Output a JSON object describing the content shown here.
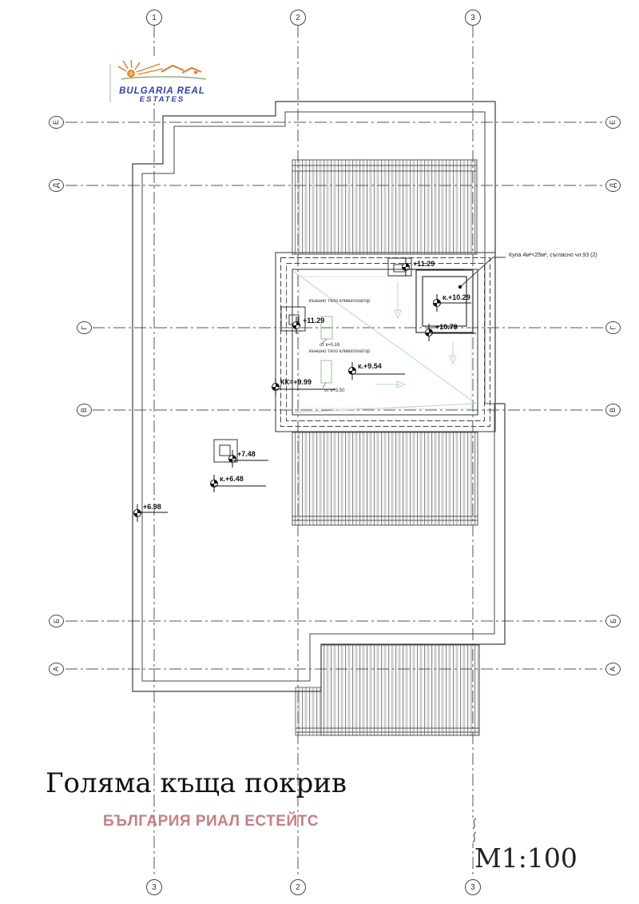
{
  "logo": {
    "line1": "BULGARIA REAL",
    "line2": "ESTATES"
  },
  "grid": {
    "top": [
      "1",
      "2",
      "3"
    ],
    "bottom": [
      "3",
      "2",
      "3"
    ],
    "rows": [
      "Е",
      "Д",
      "Г",
      "В",
      "Б",
      "А"
    ]
  },
  "notes": {
    "tower": "Кула 4м²<25м², съгласно чл.93 (2)",
    "ac_unit_1": "външно тяло климатизатор",
    "ac_unit_2": "външно тяло климатизатор",
    "ac_sub_1": "от к=0,16",
    "ac_sub_2": "от к+3,50"
  },
  "elevations": [
    {
      "label": "+11.29"
    },
    {
      "label": "+11.29"
    },
    {
      "label": "к.+10.29"
    },
    {
      "label": "+10.79"
    },
    {
      "label": "к.+9.54"
    },
    {
      "label": "КК=+9.99"
    },
    {
      "label": "+7.48"
    },
    {
      "label": "к.+6.48"
    },
    {
      "label": "+6.98"
    }
  ],
  "footer": {
    "title": "Голяма къща покрив",
    "watermark": "БЪЛГАРИЯ РИАЛ ЕСТЕЙТС",
    "scale": "M1:100"
  },
  "colors": {
    "line": "#3d3d3d",
    "grid": "#555555",
    "hatch_band": "#cfcfcf",
    "drain_blue": "#b7d4d4",
    "ac_green": "#9bbf93",
    "watermark": "#c77e83",
    "logo_blue": "#2f3fae",
    "logo_orange": "#e07a28"
  }
}
